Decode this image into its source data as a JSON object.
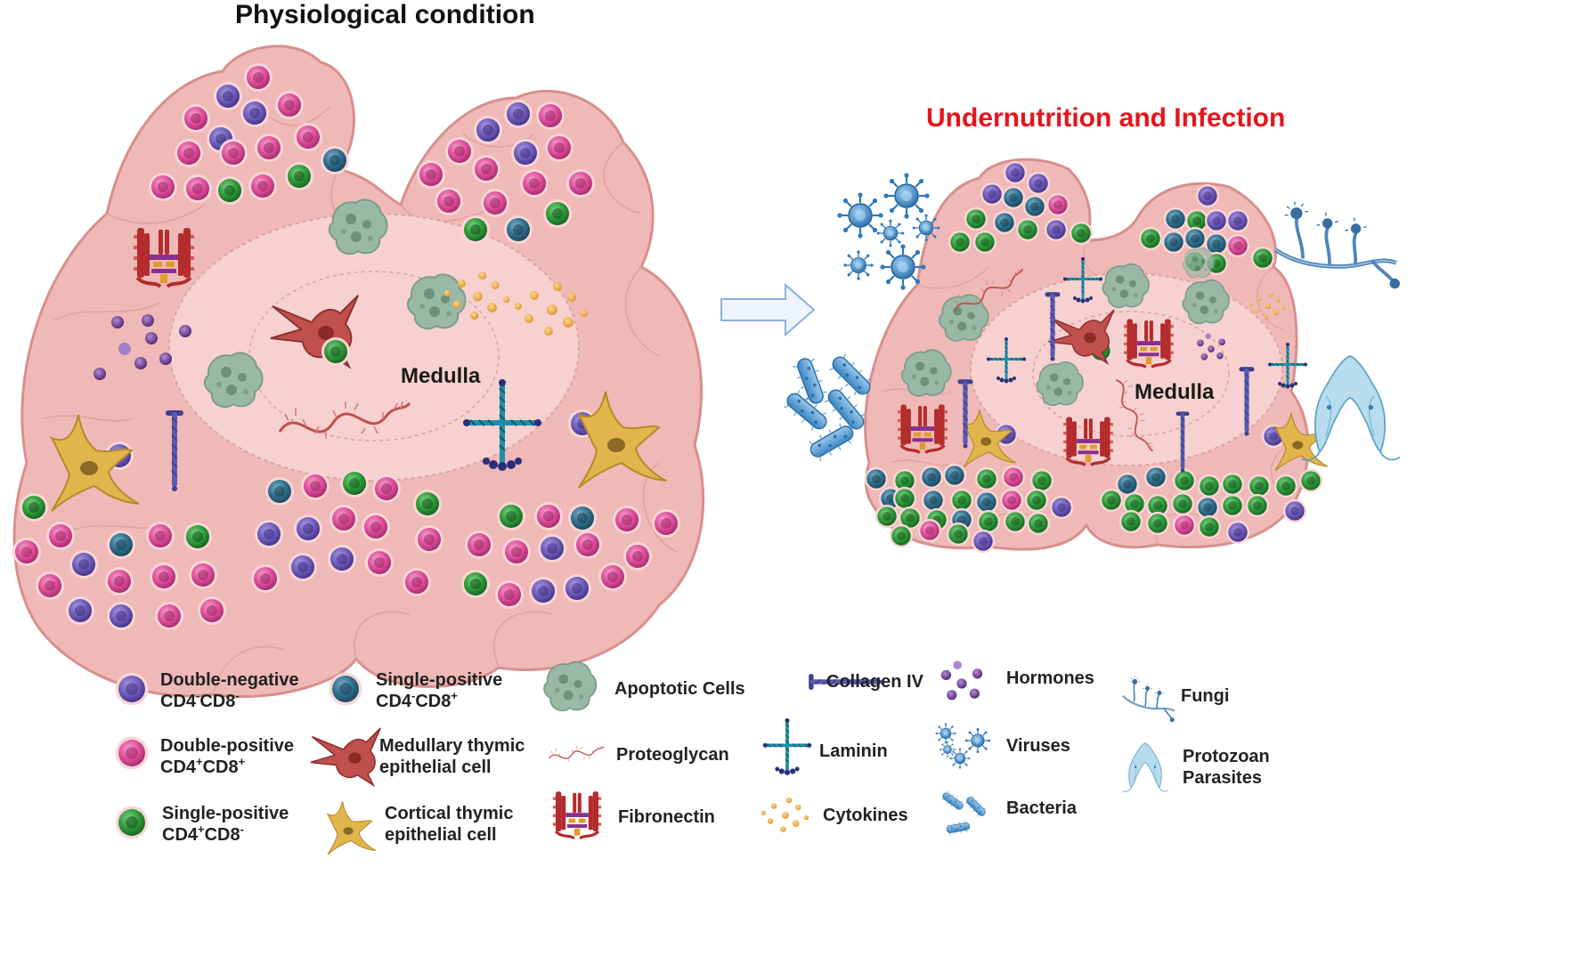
{
  "titles": {
    "physiological": "Physiological condition",
    "infection": "Undernutrition and Infection"
  },
  "medulla_label": "Medulla",
  "colors": {
    "title_black": "#111111",
    "title_red": "#e8131a",
    "lobe_fill": "#efb9b7",
    "lobe_stroke": "#d88f8e",
    "medulla_fill": "#f5d0ce",
    "double_negative": "#6e5cb7",
    "double_positive": "#dd4f9a",
    "single_positive_cd4": "#2e9a3a",
    "single_positive_cd8": "#2f6f8c",
    "apoptotic": "#8cab98",
    "medullary_cell": "#c0504d",
    "cortical_cell": "#e0b54b",
    "collagen": "#4a4a9a",
    "laminin": "#27a0b6",
    "cytokine": "#eaa53f",
    "hormone": "#6b3d8f",
    "virus": "#3a88c9",
    "bacteria": "#5aa0d4",
    "fungi": "#4f86b8",
    "protozoa": "#8cc2de"
  },
  "legend": {
    "double_negative": {
      "line1": "Double-negative",
      "line2_base": "CD4",
      "sup1": "-",
      "mid": "CD8",
      "sup2": "-"
    },
    "double_positive": {
      "line1": "Double-positive",
      "line2_base": "CD4",
      "sup1": "+",
      "mid": "CD8",
      "sup2": "+"
    },
    "single_positive_cd4": {
      "line1": "Single-positive",
      "line2_base": "CD4",
      "sup1": "+",
      "mid": "CD8",
      "sup2": "-"
    },
    "single_positive_cd8": {
      "line1": "Single-positive",
      "line2_base": "CD4",
      "sup1": "-",
      "mid": "CD8",
      "sup2": "+"
    },
    "medullary": {
      "line1": "Medullary thymic",
      "line2": "epithelial cell"
    },
    "cortical": {
      "line1": "Cortical thymic",
      "line2": "epithelial cell"
    },
    "apoptotic": "Apoptotic Cells",
    "proteoglycan": "Proteoglycan",
    "fibronectin": "Fibronectin",
    "collagen": "Collagen IV",
    "laminin": "Laminin",
    "cytokines": "Cytokines",
    "hormones": "Hormones",
    "viruses": "Viruses",
    "bacteria": "Bacteria",
    "fungi": "Fungi",
    "protozoan": {
      "line1": "Protozoan",
      "line2": "Parasites"
    }
  }
}
